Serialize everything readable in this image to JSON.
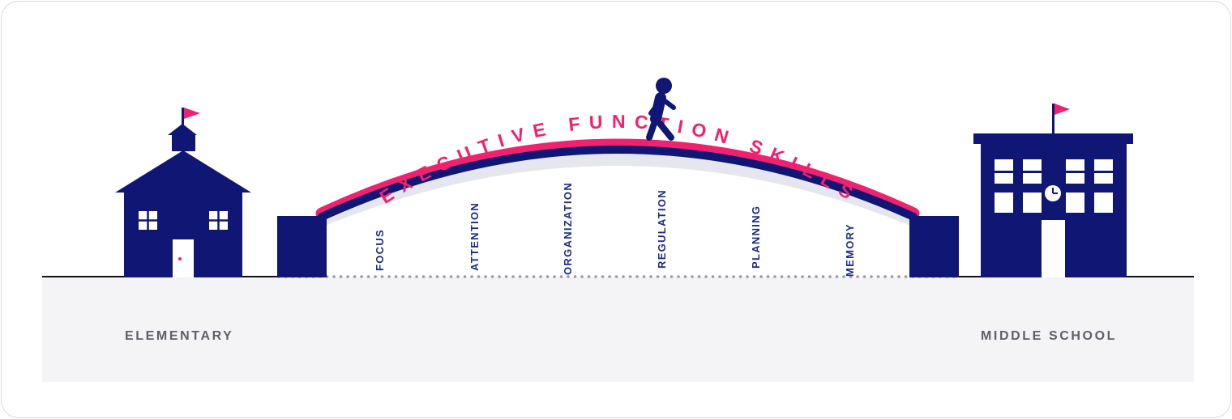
{
  "title": "EXECUTIVE FUNCTION SKILLS",
  "start_label": "ELEMENTARY",
  "end_label": "MIDDLE SCHOOL",
  "skills": [
    "FOCUS",
    "ATTENTION",
    "ORGANIZATION",
    "REGULATION",
    "PLANNING",
    "MEMORY"
  ],
  "icons": {
    "start": "elementary-school-building-icon",
    "end": "middle-school-building-icon",
    "walker": "walking-person-icon",
    "flags": "pink-flag-icon",
    "clock": "clock-icon"
  },
  "colors": {
    "navy": "#0f1673",
    "pink": "#f0216e",
    "ground": "#f4f4f6",
    "label": "#5f5f66",
    "dots": "#9a9aa4"
  }
}
